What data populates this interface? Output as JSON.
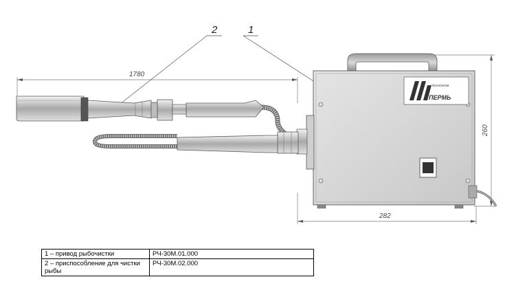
{
  "callouts": {
    "item1": "1",
    "item2": "2"
  },
  "dimensions": {
    "length": "1780",
    "width": "282",
    "height": "260"
  },
  "logo": {
    "brand": "ПЕРМЬ",
    "small_text": "ТЕХНОКОМ"
  },
  "legend": {
    "rows": [
      {
        "desc": "1 – привод рыбочистки",
        "code": "РЧ-30М.01.000"
      },
      {
        "desc": "2 – приспособление для чистки рыбы",
        "code": "РЧ-30М.02.000"
      }
    ]
  },
  "colors": {
    "body": "#d6d6d6",
    "line": "#666666",
    "handle": "#bfbfbf"
  }
}
